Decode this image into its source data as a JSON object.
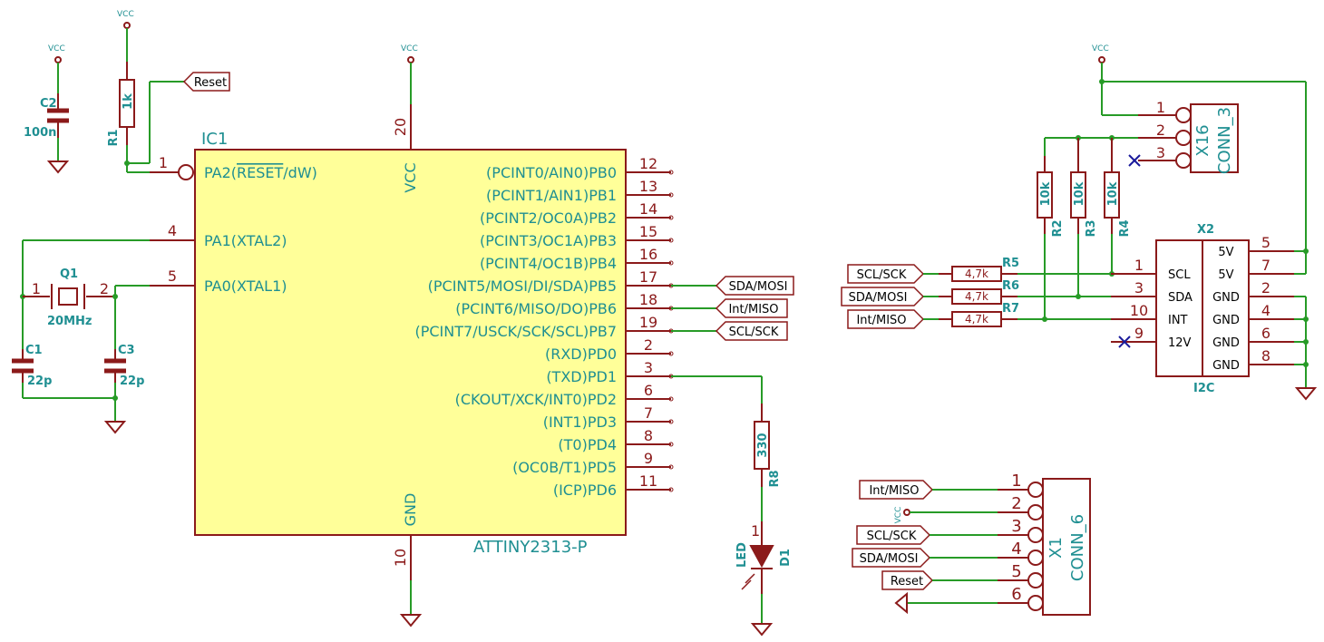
{
  "power": {
    "vcc": "VCC"
  },
  "ic1": {
    "ref": "IC1",
    "value": "ATTINY2313-P",
    "vcc_label": "VCC",
    "gnd_label": "GND",
    "vcc_pin": "20",
    "gnd_pin": "10",
    "left_pins": [
      {
        "num": "1",
        "name": "PA2(RESET/dW)"
      },
      {
        "num": "4",
        "name": "PA1(XTAL2)"
      },
      {
        "num": "5",
        "name": "PA0(XTAL1)"
      }
    ],
    "right_pins": [
      {
        "num": "12",
        "name": "(PCINT0/AIN0)PB0"
      },
      {
        "num": "13",
        "name": "(PCINT1/AIN1)PB1"
      },
      {
        "num": "14",
        "name": "(PCINT2/OC0A)PB2"
      },
      {
        "num": "15",
        "name": "(PCINT3/OC1A)PB3"
      },
      {
        "num": "16",
        "name": "(PCINT4/OC1B)PB4"
      },
      {
        "num": "17",
        "name": "(PCINT5/MOSI/DI/SDA)PB5"
      },
      {
        "num": "18",
        "name": "(PCINT6/MISO/DO)PB6"
      },
      {
        "num": "19",
        "name": "(PCINT7/USCK/SCK/SCL)PB7"
      },
      {
        "num": "2",
        "name": "(RXD)PD0"
      },
      {
        "num": "3",
        "name": "(TXD)PD1"
      },
      {
        "num": "6",
        "name": "(CKOUT/XCK/INT0)PD2"
      },
      {
        "num": "7",
        "name": "(INT1)PD3"
      },
      {
        "num": "8",
        "name": "(T0)PD4"
      },
      {
        "num": "9",
        "name": "(OC0B/T1)PD5"
      },
      {
        "num": "11",
        "name": "(ICP)PD6"
      }
    ]
  },
  "c2": {
    "ref": "C2",
    "value": "100n"
  },
  "r1": {
    "ref": "R1",
    "value": "1k"
  },
  "reset_label": "Reset",
  "q1": {
    "ref": "Q1",
    "value": "20MHz",
    "pin1": "1",
    "pin2": "2"
  },
  "c1": {
    "ref": "C1",
    "value": "22p"
  },
  "c3": {
    "ref": "C3",
    "value": "22p"
  },
  "pb_labels": [
    "SDA/MOSI",
    "Int/MISO",
    "SCL/SCK"
  ],
  "r8": {
    "ref": "R8",
    "value": "330"
  },
  "d1": {
    "ref": "D1",
    "value": "LED",
    "pin": "1"
  },
  "x16": {
    "ref": "X16",
    "value": "CONN_3",
    "pins": [
      "1",
      "2",
      "3"
    ]
  },
  "pullups": [
    {
      "ref": "R2",
      "value": "10k"
    },
    {
      "ref": "R3",
      "value": "10k"
    },
    {
      "ref": "R4",
      "value": "10k"
    }
  ],
  "series": [
    {
      "ref": "R5",
      "value": "4,7k",
      "label": "SCL/SCK"
    },
    {
      "ref": "R6",
      "value": "4,7k",
      "label": "SDA/MOSI"
    },
    {
      "ref": "R7",
      "value": "4,7k",
      "label": "Int/MISO"
    }
  ],
  "x2": {
    "ref": "X2",
    "value": "I2C",
    "left_pins": [
      {
        "num": "1",
        "name": "SCL"
      },
      {
        "num": "3",
        "name": "SDA"
      },
      {
        "num": "10",
        "name": "INT"
      },
      {
        "num": "9",
        "name": "12V"
      }
    ],
    "right_pins": [
      {
        "num": "5",
        "name": "5V"
      },
      {
        "num": "7",
        "name": "5V"
      },
      {
        "num": "2",
        "name": "GND"
      },
      {
        "num": "4",
        "name": "GND"
      },
      {
        "num": "6",
        "name": "GND"
      },
      {
        "num": "8",
        "name": "GND"
      }
    ]
  },
  "x1": {
    "ref": "X1",
    "value": "CONN_6",
    "pins": [
      "1",
      "2",
      "3",
      "4",
      "5",
      "6"
    ],
    "labels": [
      "Int/MISO",
      "SCL/SCK",
      "SDA/MOSI",
      "Reset"
    ]
  },
  "colors": {
    "wire": "#279b27",
    "part": "#8b1a1a",
    "text": "#1f8f92",
    "ic_fill": "#ffff99",
    "nc": "#1a1a9b"
  }
}
